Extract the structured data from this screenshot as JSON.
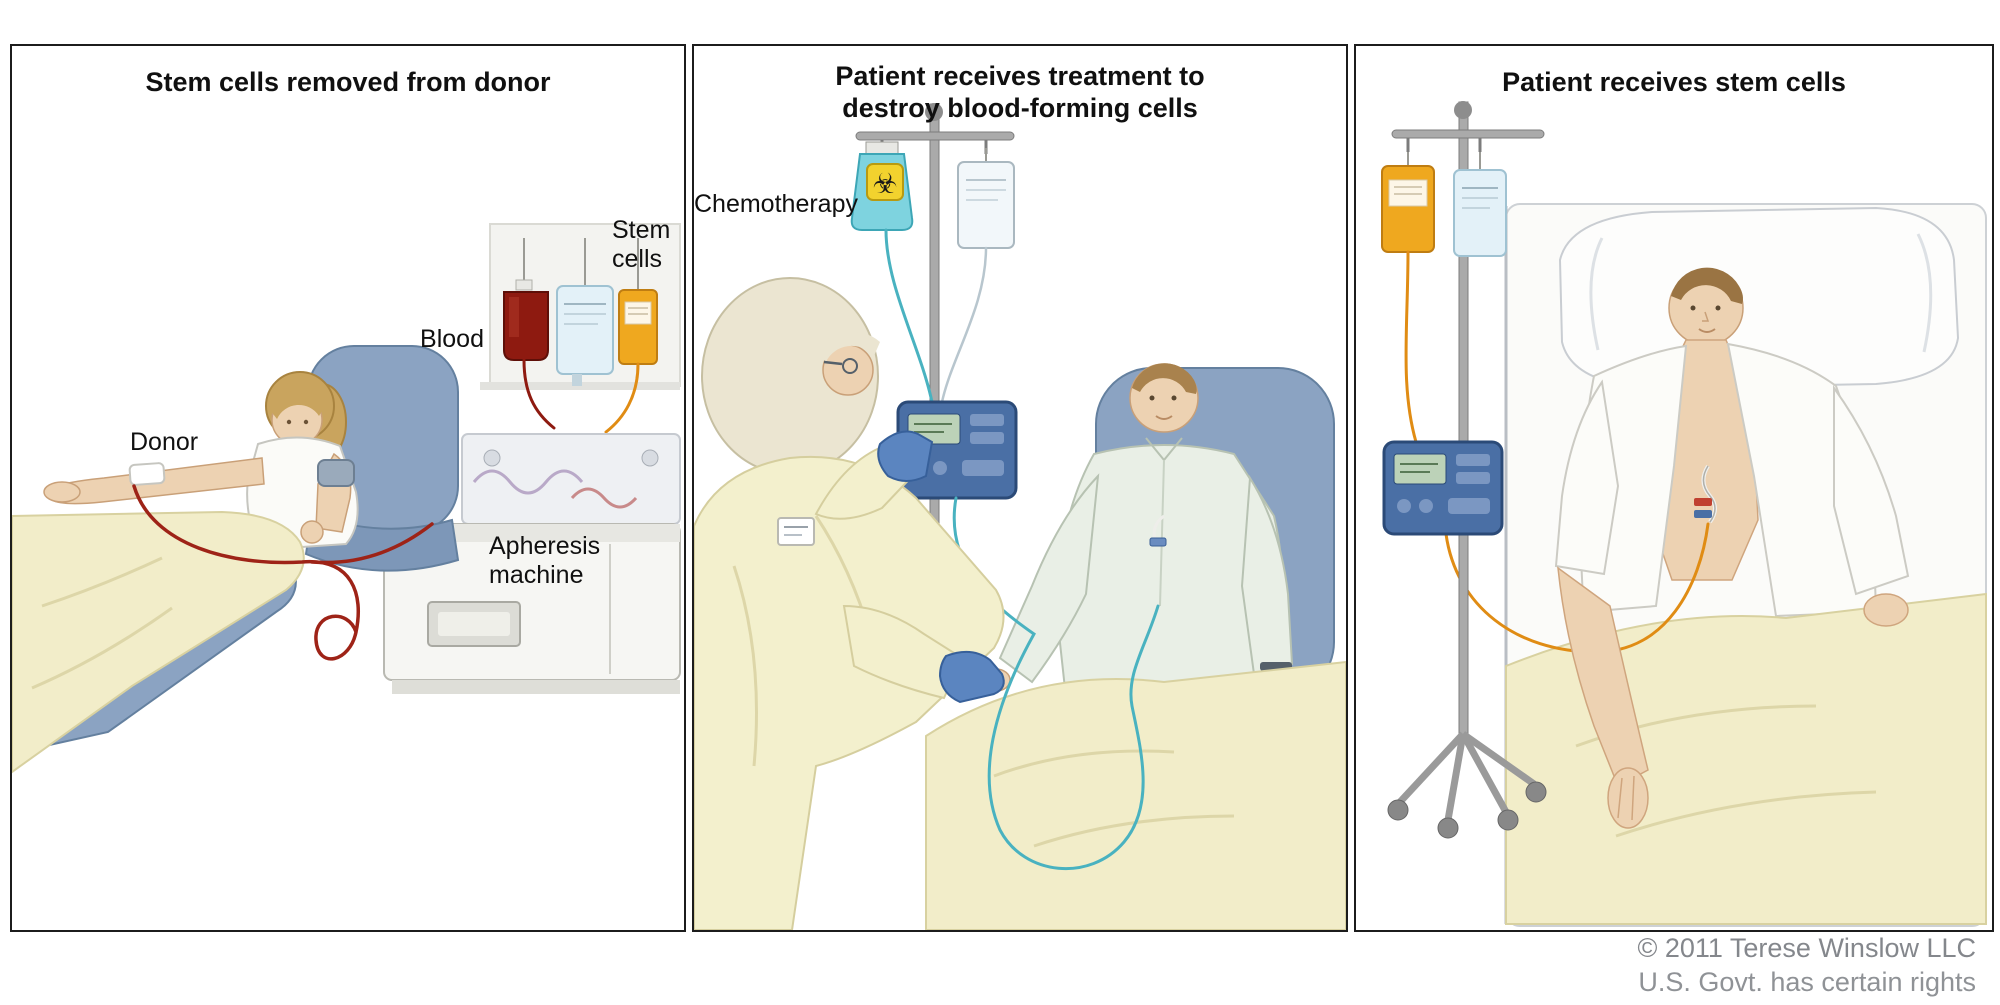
{
  "panels": [
    {
      "id": "stem-cells-removed-from-donor",
      "title": "Stem cells removed from donor",
      "labels": {
        "donor": "Donor",
        "blood": "Blood",
        "stem_cells": "Stem\ncells",
        "apheresis_machine": "Apheresis\nmachine"
      }
    },
    {
      "id": "patient-receives-treatment",
      "title": "Patient receives treatment to\ndestroy blood-forming cells",
      "labels": {
        "chemotherapy": "Chemotherapy"
      },
      "biohazard_glyph": "☣"
    },
    {
      "id": "patient-receives-stem-cells",
      "title": "Patient receives stem cells"
    }
  ],
  "credit": {
    "line1": "© 2011 Terese Winslow LLC",
    "line2": "U.S. Govt. has certain rights"
  },
  "colors": {
    "chair_blue": "#8ba3c2",
    "blanket_yellow": "#f2edc9",
    "blood_red": "#8e1a10",
    "stem_cell_orange": "#efa81f",
    "chemo_teal": "#7ed3df",
    "pump_blue": "#4a6fa5",
    "gown_yellow": "#f3f0cd",
    "glove_blue": "#5b85c0"
  }
}
